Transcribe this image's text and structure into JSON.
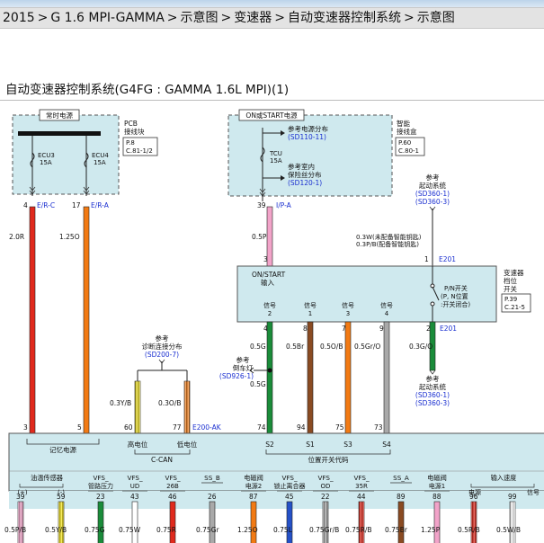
{
  "breadcrumb": {
    "items": [
      "2015",
      "G 1.6 MPI-GAMMA",
      "示意图",
      "变速器",
      "自动变速器控制系统",
      "示意图"
    ],
    "separator": ">"
  },
  "title": "自动变速器控制系统(G4FG : GAMMA 1.6L MPI)(1)",
  "pcb_block": {
    "header": "常时电源",
    "label1": "PCB",
    "label2": "接线块",
    "ref1": "P.8",
    "ref2": "C.81-1/2",
    "fuses": [
      {
        "name": "ECU3",
        "rating": "15A"
      },
      {
        "name": "ECU4",
        "rating": "15A"
      }
    ]
  },
  "smart_block": {
    "header": "ON或START电源",
    "label1": "智能",
    "label2": "接线盒",
    "ref1": "P.60",
    "ref2": "C.80-1",
    "ref_power": {
      "text": "参考电源分布",
      "code": "(SD110-11)"
    },
    "fuse": {
      "name": "TCU",
      "rating": "15A"
    },
    "ref_indoor": {
      "line1": "参考室内",
      "line2": "保险丝分布",
      "code": "(SD120-1)"
    }
  },
  "wires_top": [
    {
      "pin": "4",
      "conn": "E/R-C",
      "size": "2.0R",
      "color": "#e02a1d"
    },
    {
      "pin": "17",
      "conn": "E/R-A",
      "size": "1.25O",
      "color": "#f27a13"
    },
    {
      "pin": "39",
      "conn": "I/P-A",
      "size": "0.5P",
      "color": "#f2a3c9"
    }
  ],
  "pin3": "3",
  "pin1": "1",
  "e201_top": "E201",
  "ref_start_top": {
    "title": "参考",
    "name": "起动系统",
    "codes": [
      "(SD360-1)",
      "(SD360-3)"
    ]
  },
  "key_notes": [
    "0.3W(未配备智能钥匙)",
    "0.3P/B(配备智能钥匙)"
  ],
  "inhibitor": {
    "on_start_label": "ON/START",
    "input_label": "输入",
    "signals": [
      {
        "label": "信号",
        "num": "2"
      },
      {
        "label": "信号",
        "num": "1"
      },
      {
        "label": "信号",
        "num": "3"
      },
      {
        "label": "信号",
        "num": "4"
      }
    ],
    "pn_switch": {
      "line1": "P/N开关",
      "line2": "(P, N位置",
      "line3": ":开关闭合)"
    },
    "side": {
      "line1": "变速器",
      "line2": "档位",
      "line3": "开关",
      "ref1": "P.39",
      "ref2": "C.21-5"
    }
  },
  "inhibitor_pins": [
    "4",
    "8",
    "7",
    "9",
    "2"
  ],
  "e201_bottom": "E201",
  "mid_wires": [
    {
      "size": "0.5G",
      "color": "#1a8c3a"
    },
    {
      "size": "0.5Br",
      "color": "#8a4b22"
    },
    {
      "size": "0.5O/B",
      "color": "#f27a13"
    },
    {
      "size": "0.5Gr/O",
      "color": "#a9a9a9"
    },
    {
      "size": "0.3G/O",
      "color": "#1a8c3a"
    }
  ],
  "lower_green_size": "0.5G",
  "ref_backup": {
    "title": "参考",
    "name": "倒车灯",
    "code": "(SD926-1)"
  },
  "ref_diag": {
    "title": "参考",
    "name": "诊断连接分布",
    "code": "(SD200-7)"
  },
  "ref_start_bottom": {
    "title": "参考",
    "name": "起动系统",
    "codes": [
      "(SD360-1)",
      "(SD360-3)"
    ]
  },
  "can_wires": [
    {
      "size": "0.3Y/B",
      "pin": "60"
    },
    {
      "size": "0.3O/B",
      "pin": "77"
    }
  ],
  "e200ak": "E200-AK",
  "tcm_pins_top": [
    "3",
    "5",
    "60",
    "77",
    "74",
    "94",
    "75",
    "73"
  ],
  "tcm_labels": {
    "memory": "记忆电源",
    "can_high": "高电位",
    "can_low": "低电位",
    "ccan": "C-CAN",
    "pos_code": "位置开关代码",
    "s_labels": [
      "S2",
      "S1",
      "S3",
      "S4"
    ]
  },
  "sensor_labels": [
    {
      "text": "油温传感器",
      "sub": [
        "(+)",
        "(-)"
      ]
    },
    {
      "text": "VFS_",
      "sub": [
        "管路压力"
      ]
    },
    {
      "text": "VFS_",
      "sub": [
        "UD"
      ]
    },
    {
      "text": "VFS_",
      "sub": [
        "26B"
      ]
    },
    {
      "text": "SS_B",
      "sub": []
    },
    {
      "text": "电磁阀",
      "sub": [
        "电源2"
      ]
    },
    {
      "text": "VFS_",
      "sub": [
        "锁止离合器"
      ]
    },
    {
      "text": "VFS_",
      "sub": [
        "OD"
      ]
    },
    {
      "text": "VFS_",
      "sub": [
        "35R"
      ]
    },
    {
      "text": "SS_A",
      "sub": []
    },
    {
      "text": "电磁阀",
      "sub": [
        "电源1"
      ]
    },
    {
      "text": "输入速度",
      "sub": [
        "电源",
        "信号"
      ]
    }
  ],
  "tcm_pins_bottom": [
    "39",
    "59",
    "23",
    "43",
    "46",
    "26",
    "87",
    "45",
    "22",
    "44",
    "89",
    "88",
    "96",
    "99"
  ],
  "bottom_wires": [
    {
      "size": "0.5P/B",
      "color": "#f2a3c9"
    },
    {
      "size": "0.5Y/B",
      "color": "#f2e21b"
    },
    {
      "size": "0.75G",
      "color": "#1a8c3a"
    },
    {
      "size": "0.75W",
      "color": "#ffffff"
    },
    {
      "size": "0.75R",
      "color": "#e02a1d"
    },
    {
      "size": "0.75Gr",
      "color": "#a9a9a9"
    },
    {
      "size": "1.25O",
      "color": "#f27a13"
    },
    {
      "size": "0.75L",
      "color": "#2551c8"
    },
    {
      "size": "0.75Gr/B",
      "color": "#a9a9a9"
    },
    {
      "size": "0.75R/B",
      "color": "#e02a1d"
    },
    {
      "size": "0.75Br",
      "color": "#8a4b22"
    },
    {
      "size": "1.25P",
      "color": "#f2a3c9"
    },
    {
      "size": "0.5R/B",
      "color": "#e02a1d"
    },
    {
      "size": "0.5W/B",
      "color": "#ffffff"
    }
  ]
}
